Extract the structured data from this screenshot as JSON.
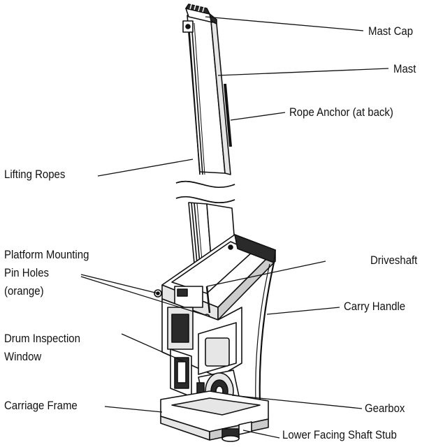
{
  "labels": {
    "mast_cap": "Mast Cap",
    "mast": "Mast",
    "rope_anchor": "Rope Anchor (at back)",
    "lifting_ropes": "Lifting Ropes",
    "platform_pin_holes_line1": "Platform Mounting",
    "platform_pin_holes_line2": "Pin Holes",
    "platform_pin_holes_line3": "(orange)",
    "driveshaft": "Driveshaft",
    "carry_handle": "Carry Handle",
    "drum_window_line1": "Drum Inspection",
    "drum_window_line2": "Window",
    "carriage_frame": "Carriage Frame",
    "gearbox": "Gearbox",
    "lower_shaft_stub": "Lower Facing Shaft Stub"
  },
  "colors": {
    "ink": "#111111",
    "fill_light": "#ffffff",
    "fill_shade": "#e6e6e6",
    "fill_dark": "#2a2a2a"
  }
}
